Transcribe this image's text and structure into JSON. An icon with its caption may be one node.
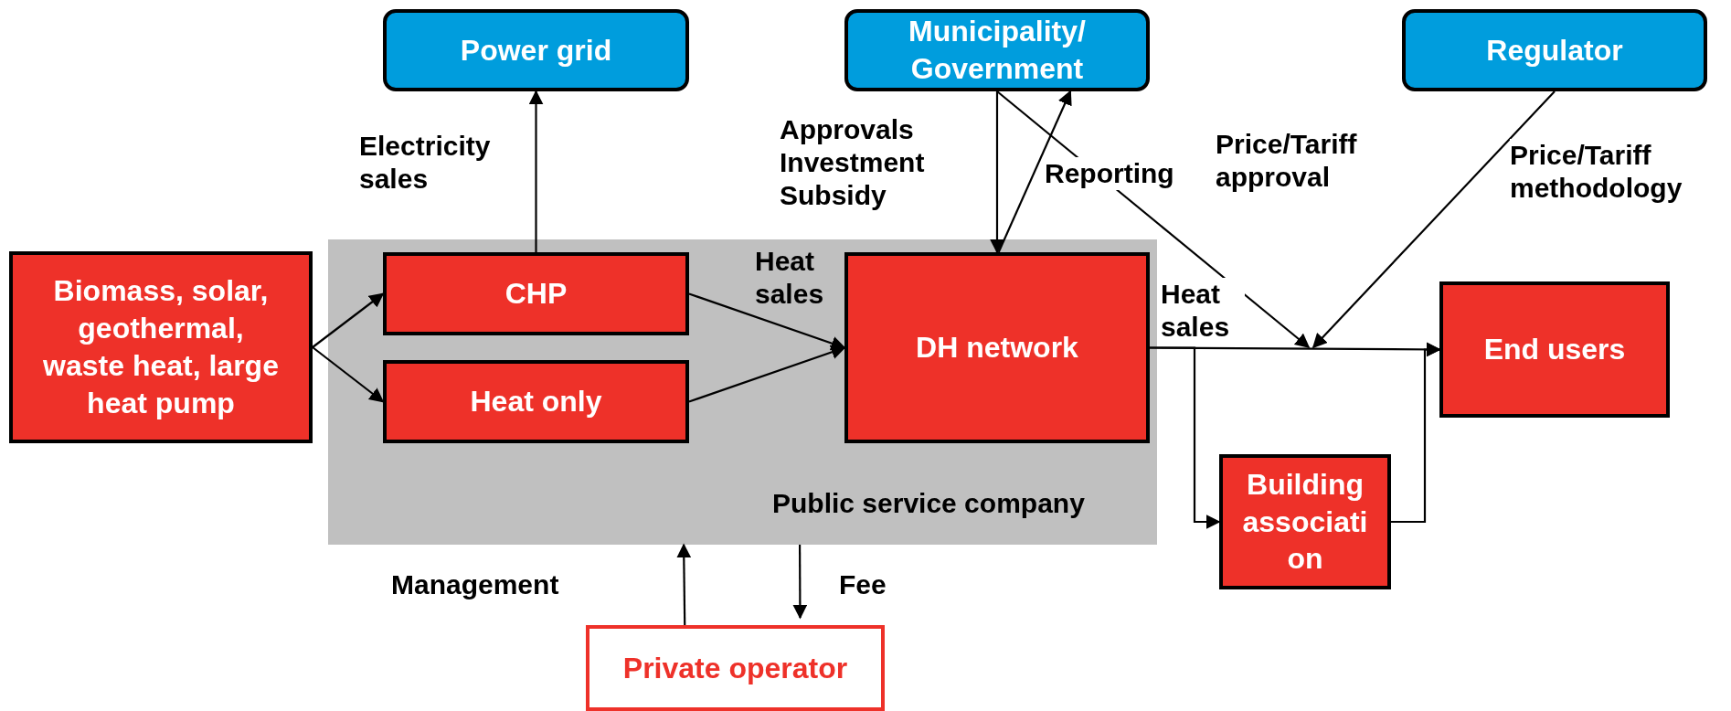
{
  "diagram": {
    "nodes": [
      {
        "text": [
          "Biomass, solar, geothermal, waste heat, large heat pump"
        ]
      },
      {
        "text": [
          "Public service company"
        ]
      },
      {
        "text": [
          "Power grid"
        ]
      },
      {
        "text": [
          "Municipality/ Government"
        ]
      },
      {
        "text": [
          "Regulator"
        ]
      },
      {
        "text": [
          "CHP"
        ],
        "in": 1
      },
      {
        "text": [
          "Heat only"
        ],
        "in": 1
      },
      {
        "text": [
          "DH network"
        ],
        "in": 1
      },
      {
        "text": [
          "End users"
        ]
      },
      {
        "text": [
          "Building association"
        ]
      },
      {
        "text": [
          "Private operator"
        ]
      }
    ],
    "edges": [
      {
        "from": 0,
        "to": 5,
        "arrow": "to"
      },
      {
        "from": 0,
        "to": 6,
        "arrow": "to"
      },
      {
        "from": 5,
        "to": 2,
        "arrow": "to",
        "label": "Electricity sales"
      },
      {
        "from": 5,
        "to": 7,
        "arrow": "to",
        "label": "Heat sales"
      },
      {
        "from": 6,
        "to": 7,
        "arrow": "to"
      },
      {
        "from": 3,
        "to": 7,
        "arrow": "to",
        "label": "Approvals Investment Subsidy"
      },
      {
        "from": 7,
        "to": 3,
        "arrow": "to",
        "label": "Reporting"
      },
      {
        "from": 3,
        "to": null,
        "arrow": "to",
        "label": "Price/Tariff approval"
      },
      {
        "from": 4,
        "to": null,
        "arrow": "to",
        "label": "Price/Tariff methodology"
      },
      {
        "from": 7,
        "to": 8,
        "arrow": "to",
        "label": "Heat sales"
      },
      {
        "from": 7,
        "to": 9,
        "arrow": "to"
      },
      {
        "from": 9,
        "to": 8,
        "arrow": "to"
      },
      {
        "from": 10,
        "to": 1,
        "arrow": "to",
        "label": "Management"
      },
      {
        "from": 1,
        "to": 10,
        "arrow": "to",
        "label": "Fee"
      }
    ]
  }
}
